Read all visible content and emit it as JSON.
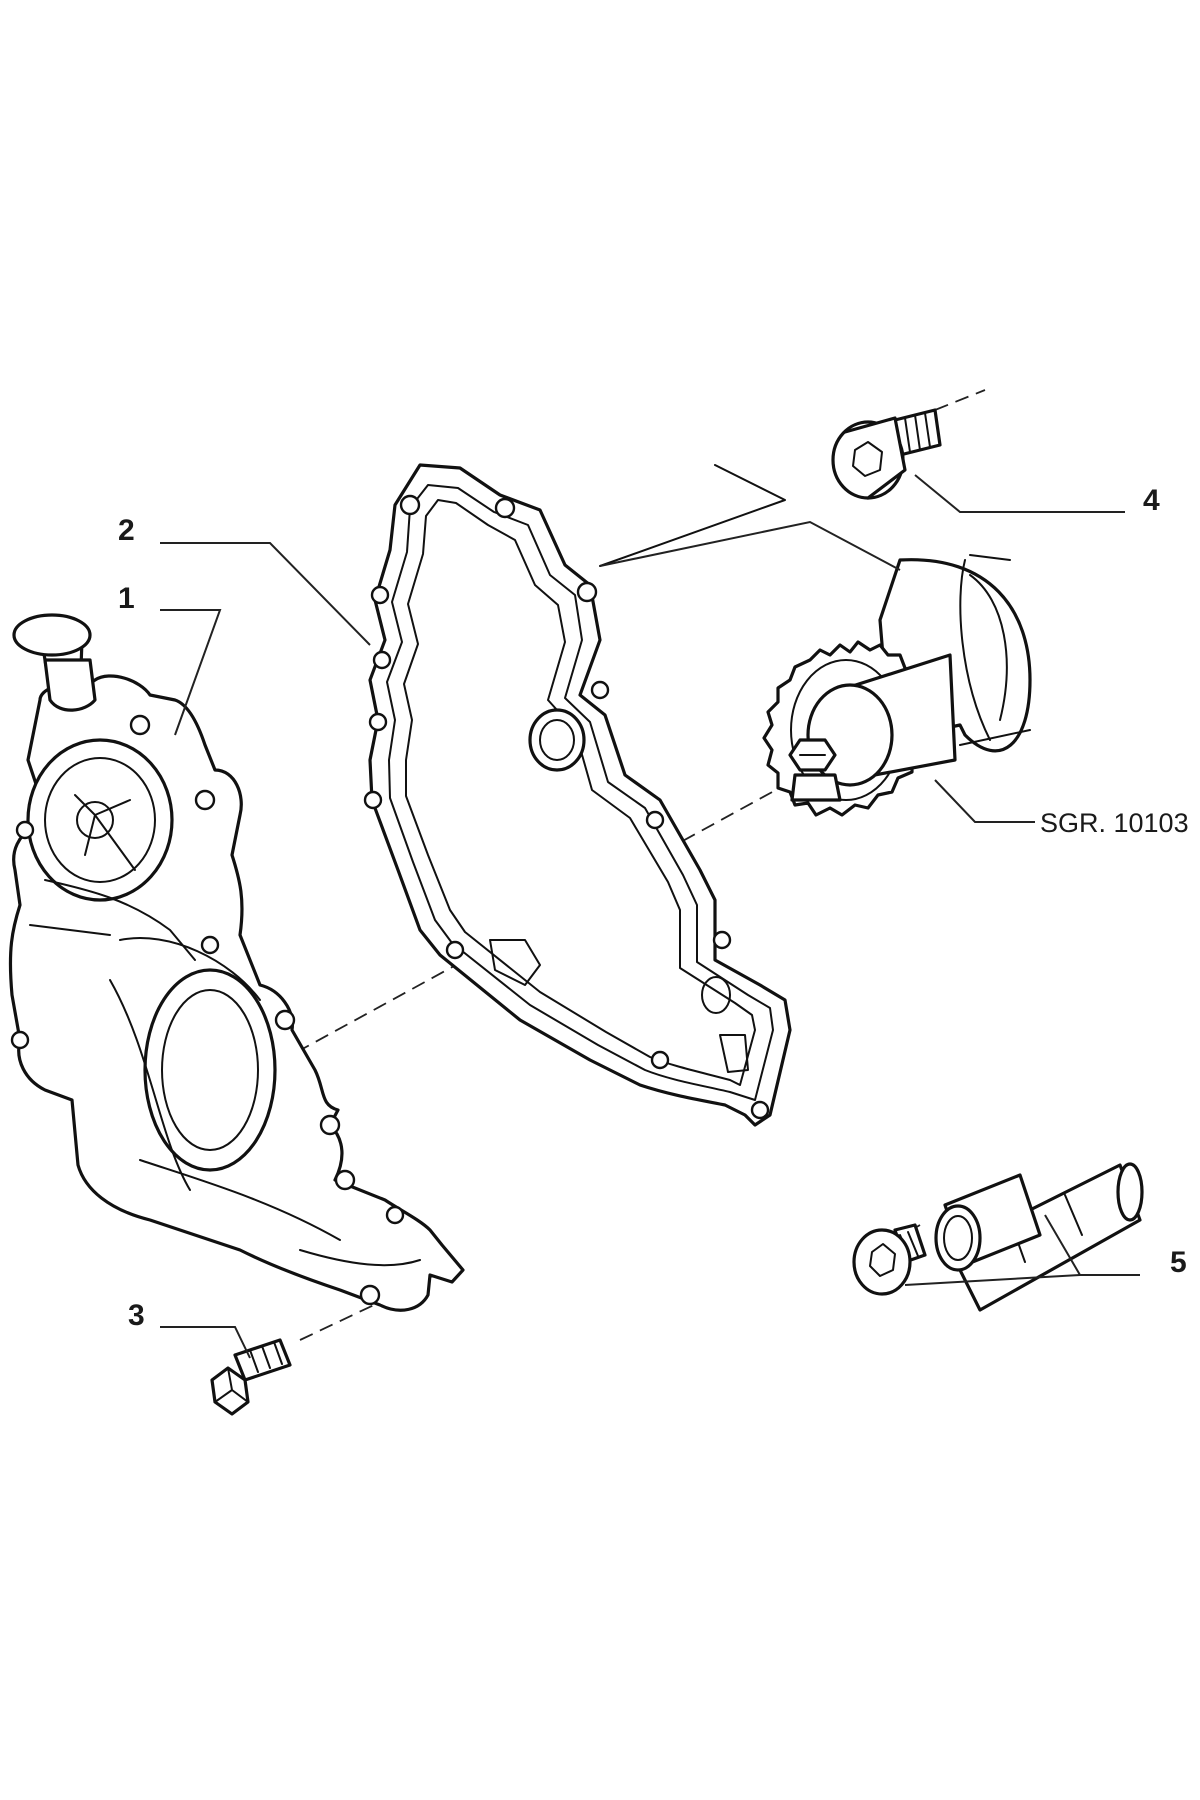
{
  "callouts": {
    "c1": "1",
    "c2": "2",
    "c3": "3",
    "c4": "4",
    "c5": "5"
  },
  "reference_label": "SGR. 10103",
  "colors": {
    "background": "#ffffff",
    "line": "#111111"
  }
}
